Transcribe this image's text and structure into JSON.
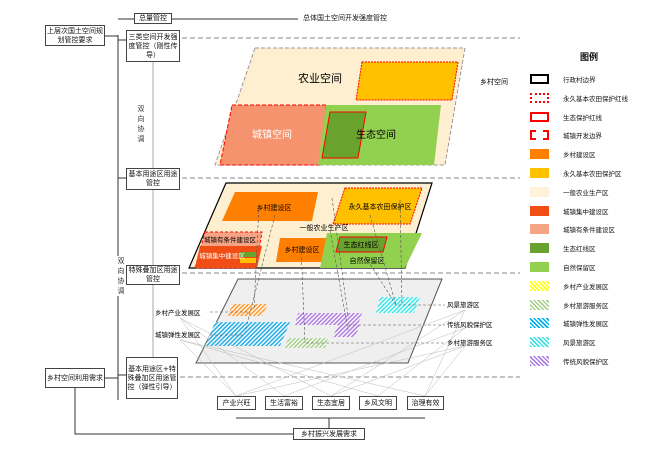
{
  "left": {
    "upper_requirement": "上层次国土空间规划管控要求",
    "rural_demand": "乡村空间利用需求"
  },
  "flow": {
    "total_control": "总量管控",
    "overall_intensity": "总体国土空间开发强度管控",
    "three_space": "三类空间开发强度管控（刚性传导）",
    "coord1": "双向协调",
    "basic_use": "基本用途区用途管控",
    "special_overlay": "特殊叠加区用途管控",
    "coord2": "双向协调",
    "combined": "基本用途区+特殊叠加区用途管控（弹性引导）"
  },
  "goals": [
    "产业兴旺",
    "生活富裕",
    "生态宜居",
    "乡风文明",
    "治理有效"
  ],
  "revival_demand": "乡村振兴发展需求",
  "layer1": {
    "agri": "农业空间",
    "urban": "城镇空间",
    "eco": "生态空间",
    "rural": "乡村空间"
  },
  "layer2": {
    "rural_build1": "乡村建设区",
    "farmland": "永久基本农田保护区",
    "general_agri": "一般农业生产区",
    "urban_cond": "城镇有条件建设区",
    "urban_conc": "城镇集中建设区",
    "rural_build2": "乡村建设区",
    "eco_red": "生态红线区",
    "nature": "自然保留区"
  },
  "layer3": {
    "rural_industry": "乡村产业发展区",
    "urban_flex": "城镇弹性发展区",
    "scenic": "风景旅游区",
    "heritage": "传统风貌保护区",
    "rural_tourism": "乡村旅游服务区"
  },
  "legend": {
    "title": "图例",
    "items": [
      {
        "label": "行政村边界",
        "color": "#000000"
      },
      {
        "label": "永久基本农田保护红线",
        "color": "#ff0000"
      },
      {
        "label": "生态保护红线",
        "color": "#ff0000"
      },
      {
        "label": "城镇开发边界",
        "color": "#ff0000"
      },
      {
        "label": "乡村建设区",
        "color": "#ff8000"
      },
      {
        "label": "永久基本农田保护区",
        "color": "#ffc000"
      },
      {
        "label": "一般农业生产区",
        "color": "#fff2d6"
      },
      {
        "label": "城镇集中建设区",
        "color": "#f04e14"
      },
      {
        "label": "城镇有条件建设区",
        "color": "#f6a486"
      },
      {
        "label": "生态红线区",
        "color": "#6aa22e"
      },
      {
        "label": "自然保留区",
        "color": "#92d050"
      },
      {
        "label": "乡村产业发展区",
        "color": "#ffff00"
      },
      {
        "label": "乡村旅游服务区",
        "color": "#a9d08e"
      },
      {
        "label": "城镇弹性发展区",
        "color": "#00b0f0"
      },
      {
        "label": "风景旅游区",
        "color": "#40e0e0"
      },
      {
        "label": "传统风貌保护区",
        "color": "#b080e0"
      }
    ]
  }
}
